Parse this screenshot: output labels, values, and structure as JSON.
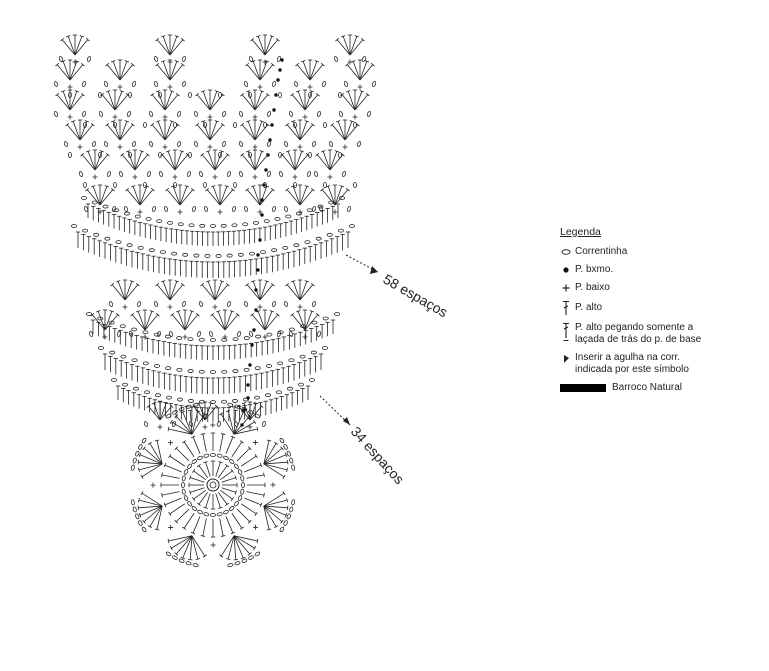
{
  "annotations": {
    "top_spaces": "58 espaços",
    "bottom_spaces": "34 espaços"
  },
  "legend": {
    "title": "Legenda",
    "items": [
      {
        "icon": "chain-stitch-icon",
        "label": "Correntinha"
      },
      {
        "icon": "slip-stitch-icon",
        "label": "P. bxmo."
      },
      {
        "icon": "single-crochet-icon",
        "label": "P. baixo"
      },
      {
        "icon": "double-crochet-icon",
        "label": "P. alto"
      },
      {
        "icon": "back-loop-double-crochet-icon",
        "label": "P. alto pegando somente a\nlaçada de trás do p. de base"
      },
      {
        "icon": "insert-hook-icon",
        "label": "Inserir a agulha na corr.\nindicada por este símbolo"
      },
      {
        "icon": "yarn-color-swatch",
        "label": "Barroco Natural"
      }
    ]
  },
  "colors": {
    "ink": "#222222",
    "yarn": "#000000"
  }
}
